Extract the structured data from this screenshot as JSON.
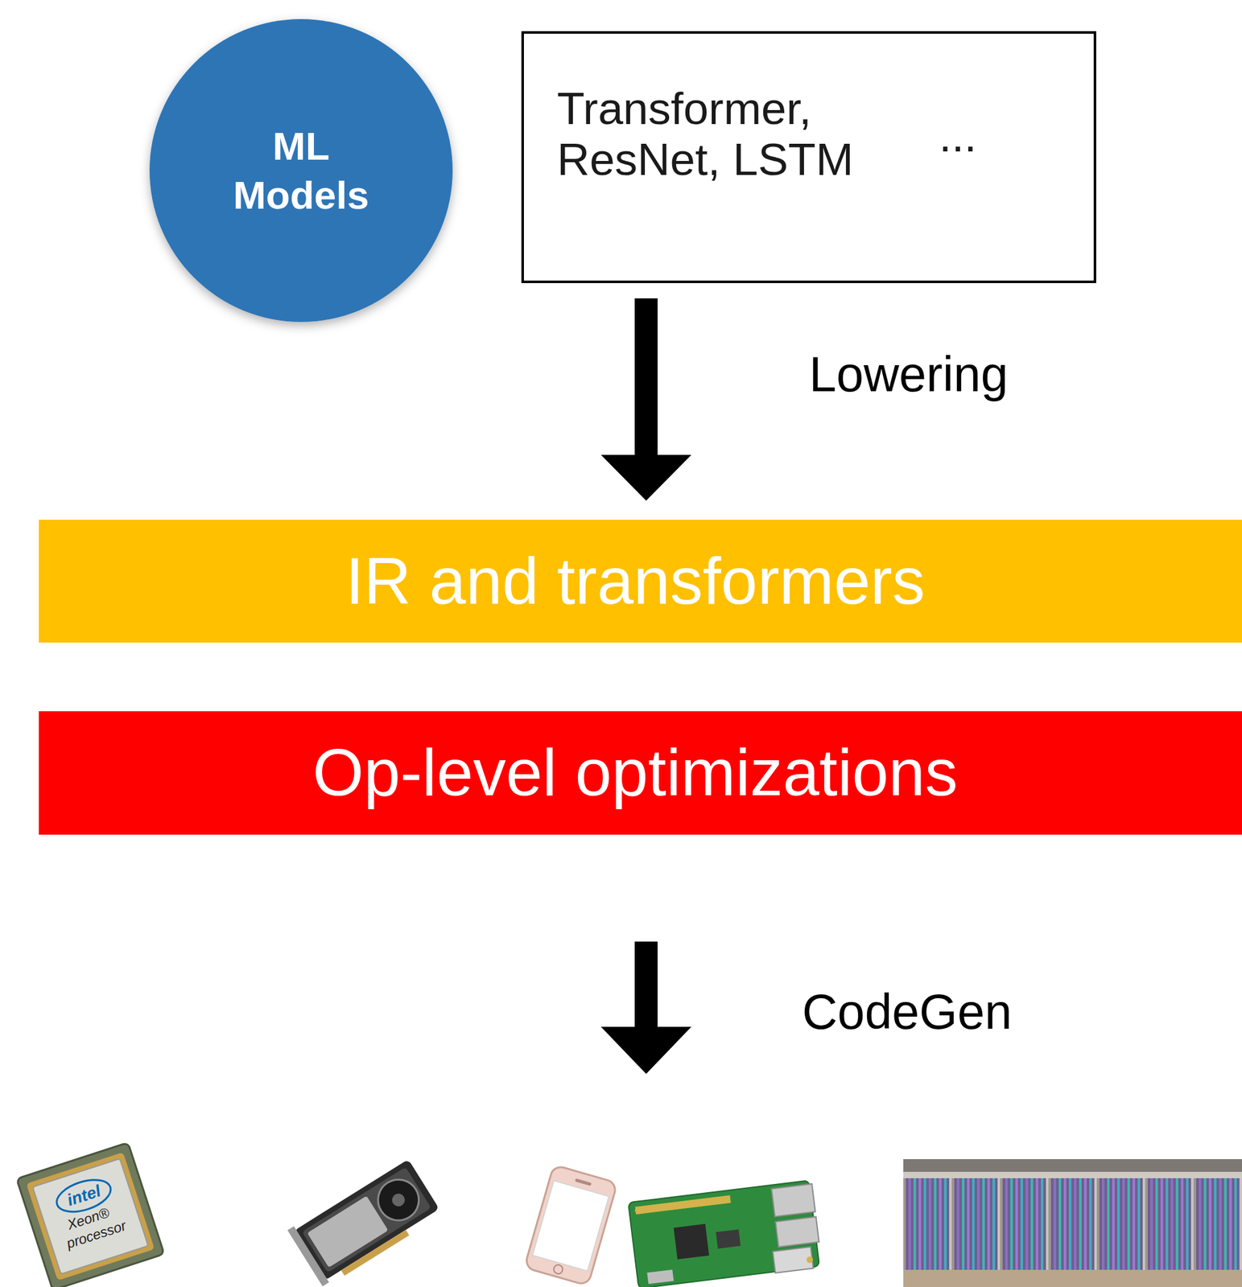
{
  "diagram": {
    "nodes": [
      {
        "text": [
          "ML Models"
        ]
      },
      {
        "text": [
          "Transformer, ResNet, LSTM",
          "..."
        ]
      },
      {
        "text": [
          "IR and transformers"
        ]
      },
      {
        "text": [
          "Op-level optimizations"
        ]
      }
    ],
    "edges": [
      {
        "from": 1,
        "to": 2,
        "arrow": "to",
        "label": "Lowering"
      }
    ],
    "labels": [
      "CodeGen",
      "intel",
      "Xeon®",
      "processor"
    ]
  }
}
